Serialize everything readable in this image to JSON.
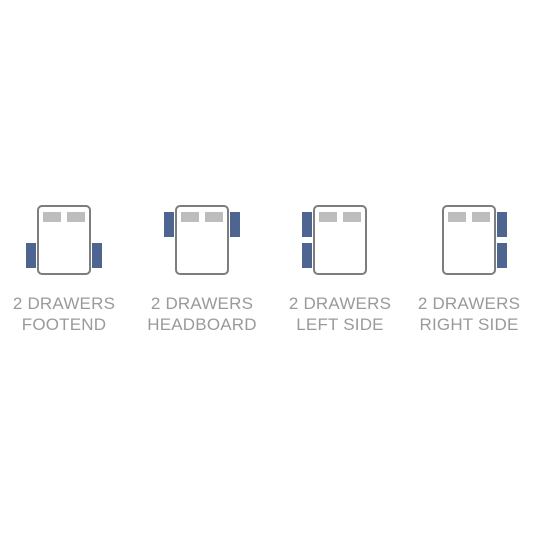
{
  "colors": {
    "frame": "#7d7d7d",
    "pillow": "#bdbdbd",
    "drawer": "#4e6491",
    "caption": "#9a9a9a"
  },
  "options": [
    {
      "line1": "2 DRAWERS",
      "line2": "FOOTEND",
      "drawers": "footend"
    },
    {
      "line1": "2 DRAWERS",
      "line2": "HEADBOARD",
      "drawers": "headboard"
    },
    {
      "line1": "2 DRAWERS",
      "line2": "LEFT SIDE",
      "drawers": "left-side"
    },
    {
      "line1": "2 DRAWERS",
      "line2": "RIGHT SIDE",
      "drawers": "right-side"
    }
  ]
}
